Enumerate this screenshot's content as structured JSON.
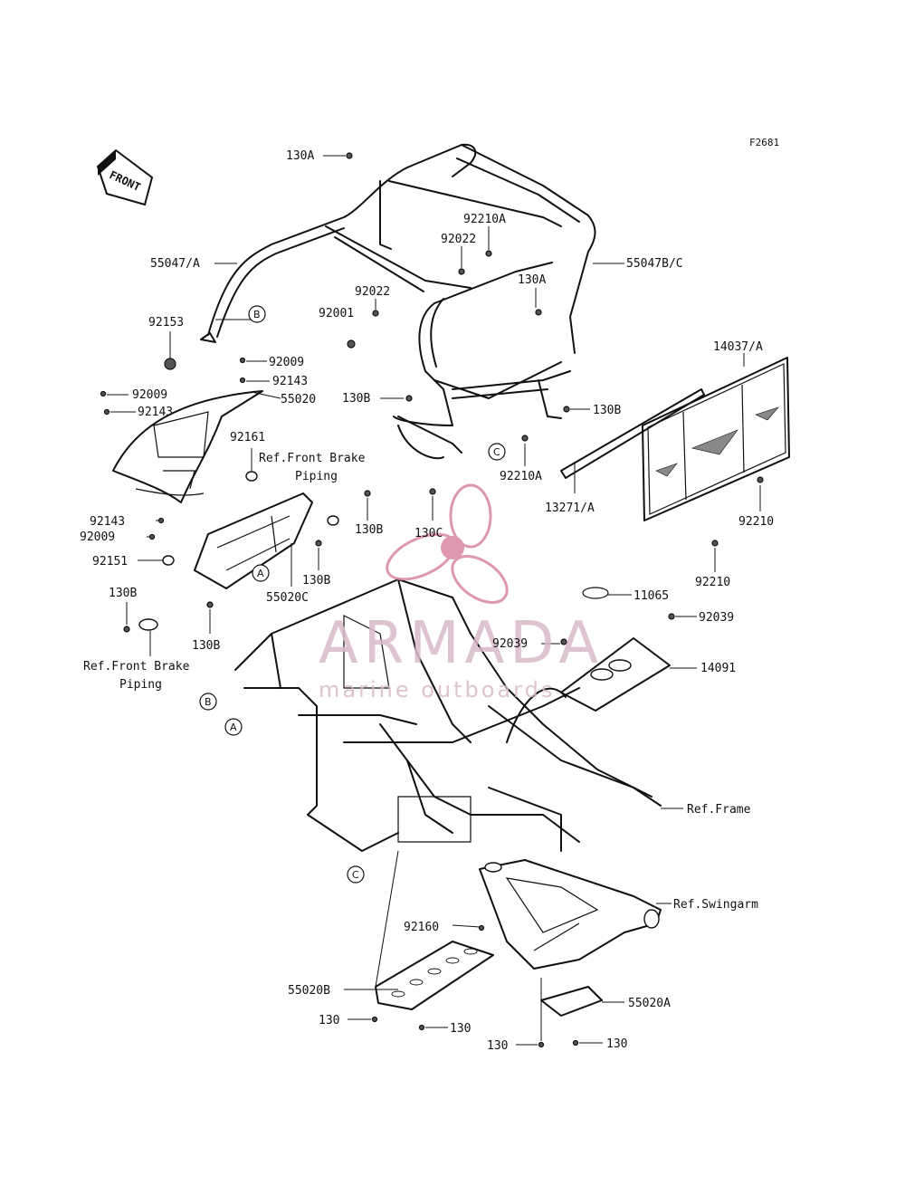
{
  "figure_code": "F2681",
  "front_label": "FRONT",
  "watermark": {
    "brand": "ARMADA",
    "tagline": "marine outboards",
    "color": "#d9b9c9"
  },
  "circle_markers": [
    "A",
    "B",
    "C"
  ],
  "labels": {
    "l_130A_top": "130A",
    "l_55047A": "55047/A",
    "l_92210A_top": "92210A",
    "l_92022_a": "92022",
    "l_55047BC": "55047B/C",
    "l_130A_mid": "130A",
    "l_92022_b": "92022",
    "l_92001": "92001",
    "l_92153": "92153",
    "l_14037A": "14037/A",
    "l_92009_a": "92009",
    "l_92143_a": "92143",
    "l_55020": "55020",
    "l_92009_b": "92009",
    "l_92143_b": "92143",
    "l_130B_a": "130B",
    "l_130B_b": "130B",
    "l_92161": "92161",
    "l_ref_fbp_1a": "Ref.Front Brake",
    "l_ref_fbp_1b": "Piping",
    "l_92210A_mid": "92210A",
    "l_13271A": "13271/A",
    "l_92210_a": "92210",
    "l_92143_c": "92143",
    "l_92009_c": "92009",
    "l_130B_c": "130B",
    "l_130C": "130C",
    "l_92151": "92151",
    "l_130B_d": "130B",
    "l_55020C": "55020C",
    "l_92210_b": "92210",
    "l_130B_e": "130B",
    "l_11065": "11065",
    "l_130B_f": "130B",
    "l_92039_a": "92039",
    "l_ref_fbp_2a": "Ref.Front Brake",
    "l_ref_fbp_2b": "Piping",
    "l_92039_b": "92039",
    "l_14091": "14091",
    "l_ref_frame": "Ref.Frame",
    "l_ref_swingarm": "Ref.Swingarm",
    "l_92160": "92160",
    "l_55020B": "55020B",
    "l_55020A": "55020A",
    "l_130_a": "130",
    "l_130_b": "130",
    "l_130_c": "130",
    "l_130_d": "130"
  }
}
